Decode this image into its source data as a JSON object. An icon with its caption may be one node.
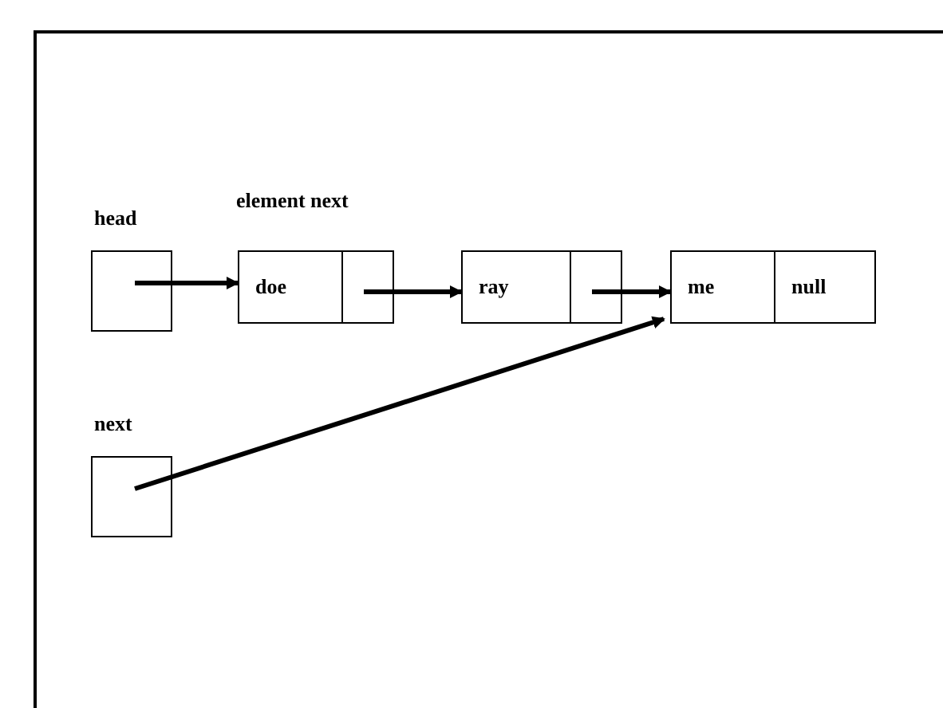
{
  "diagram": {
    "nodes": [
      {
        "text": [
          "head"
        ]
      },
      {
        "text": [
          "doe"
        ]
      },
      {
        "text": [
          "ray"
        ]
      },
      {
        "text": [
          "me",
          "null"
        ]
      },
      {
        "text": [
          "next"
        ]
      }
    ],
    "edges": [
      {
        "from": 0,
        "to": 1,
        "arrow": "to"
      },
      {
        "from": 1,
        "to": 2,
        "arrow": "to"
      },
      {
        "from": 2,
        "to": 3,
        "arrow": "to"
      },
      {
        "from": 4,
        "to": 3,
        "arrow": "to"
      }
    ],
    "labels": [
      "element next"
    ]
  }
}
